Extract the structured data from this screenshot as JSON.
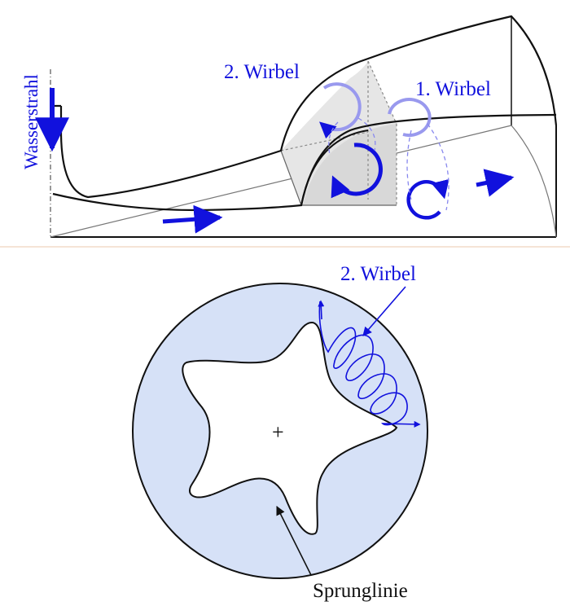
{
  "top_panel": {
    "vertical_label": "Wasserstrahl",
    "vortex_2_label": "2. Wirbel",
    "vortex_1_label": "1. Wirbel"
  },
  "bottom_panel": {
    "vortex_label": "2. Wirbel",
    "center_mark": "+",
    "jump_line_label": "Sprunglinie"
  },
  "colors": {
    "flow_blue": "#1111dd",
    "light_blue": "#9999ee",
    "disk_fill": "#d6e1f7",
    "divider": "#f2dcc8",
    "outline": "#111111",
    "shade_gray": "#e4e4e4"
  }
}
